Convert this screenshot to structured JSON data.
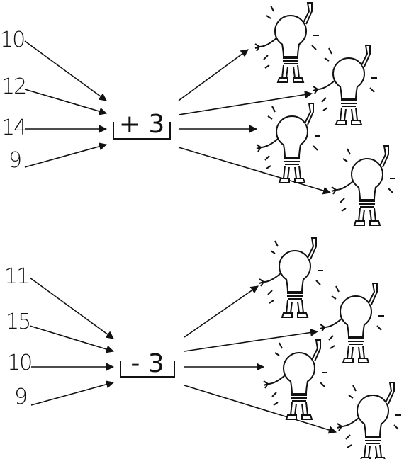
{
  "sections": [
    {
      "inputs": [
        "10",
        "12",
        "14",
        "9"
      ],
      "operation": "+ 3",
      "output_count": 4
    },
    {
      "inputs": [
        "11",
        "15",
        "10",
        "9"
      ],
      "operation": "- 3",
      "output_count": 4
    }
  ],
  "icons": {
    "output": "lightbulb-character-icon"
  }
}
